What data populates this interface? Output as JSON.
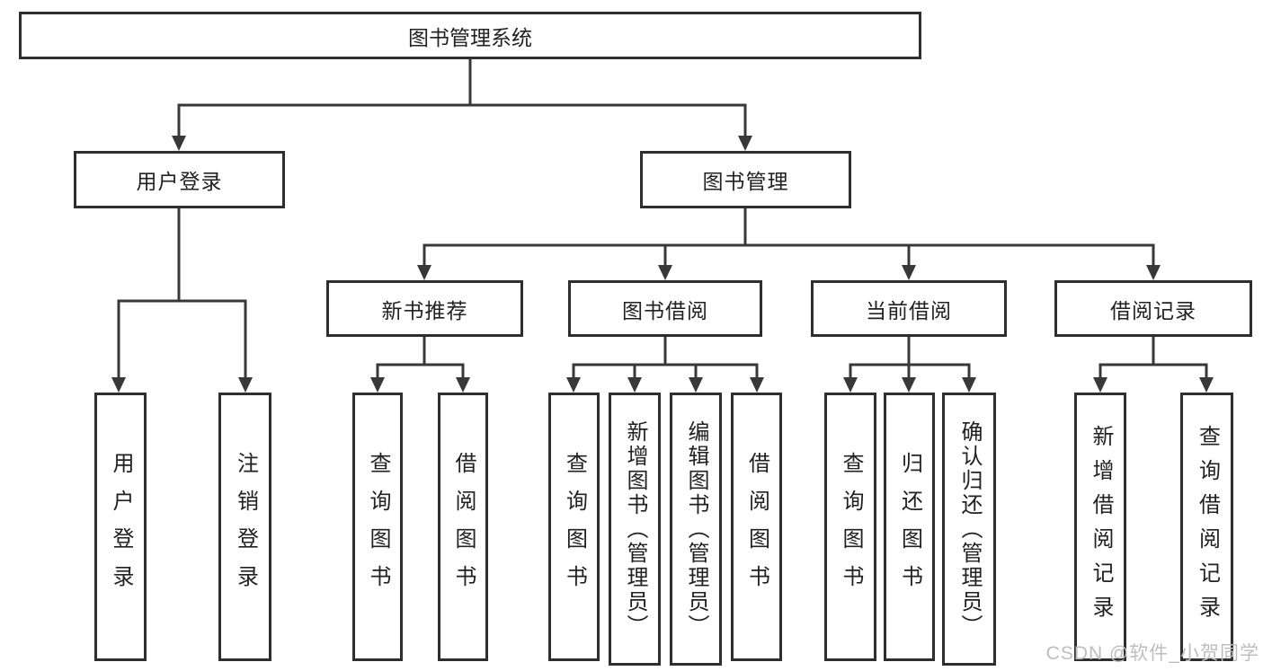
{
  "tree": {
    "root": {
      "label": "图书管理系统"
    },
    "branches": [
      {
        "label": "用户登录",
        "children": [
          {
            "label": "用户登录"
          },
          {
            "label": "注销登录"
          }
        ]
      },
      {
        "label": "图书管理",
        "groups": [
          {
            "label": "新书推荐",
            "children": [
              {
                "label": "查询图书"
              },
              {
                "label": "借阅图书"
              }
            ]
          },
          {
            "label": "图书借阅",
            "children": [
              {
                "label": "查询图书"
              },
              {
                "label": "新增图书（管理员）"
              },
              {
                "label": "编辑图书（管理员）"
              },
              {
                "label": "借阅图书"
              }
            ]
          },
          {
            "label": "当前借阅",
            "children": [
              {
                "label": "查询图书"
              },
              {
                "label": "归还图书"
              },
              {
                "label": "确认归还（管理员）"
              }
            ]
          },
          {
            "label": "借阅记录",
            "children": [
              {
                "label": "新增借阅记录"
              },
              {
                "label": "查询借阅记录"
              }
            ]
          }
        ]
      }
    ]
  },
  "watermark": "CSDN @软件_小贺同学",
  "colors": {
    "box_border": "#2e2e2e",
    "connector": "#383838",
    "text": "#212121",
    "watermark": "#bdbdbd",
    "background": "#ffffff"
  }
}
